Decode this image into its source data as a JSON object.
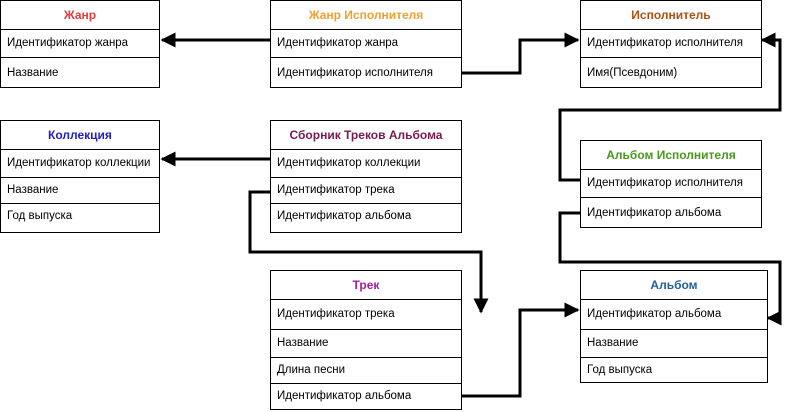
{
  "colors": {
    "genre": "#e03c3c",
    "genre_artist": "#f0a030",
    "artist": "#b05010",
    "collection": "#2020c0",
    "collection_tracks": "#7a1a4a",
    "artist_album": "#4a9a1a",
    "track": "#a020a0",
    "album": "#2060a0"
  },
  "tables": {
    "genre": {
      "title": "Жанр",
      "rows": [
        "Идентификатор жанра",
        "Название"
      ]
    },
    "genre_artist": {
      "title": "Жанр Исполнителя",
      "rows": [
        "Идентификатор жанра",
        "Идентификатор исполнителя"
      ]
    },
    "artist": {
      "title": "Исполнитель",
      "rows": [
        "Идентификатор исполнителя",
        "Имя(Псевдоним)"
      ]
    },
    "collection": {
      "title": "Коллекция",
      "rows": [
        "Идентификатор коллекции",
        "Название",
        "Год выпуска"
      ]
    },
    "collection_tracks": {
      "title": "Сборник Треков Альбома",
      "rows": [
        "Идентификатор коллекции",
        "Идентификатор трека",
        "Идентификатор альбома"
      ]
    },
    "artist_album": {
      "title": "Альбом Исполнителя",
      "rows": [
        "Идентификатор исполнителя",
        "Идентификатор альбома"
      ]
    },
    "track": {
      "title": "Трек",
      "rows": [
        "Идентификатор трека",
        "Название",
        "Длина песни",
        "Идентификатор альбома"
      ]
    },
    "album": {
      "title": "Альбом",
      "rows": [
        "Идентификатор альбома",
        "Название",
        "Год выпуска"
      ]
    }
  }
}
